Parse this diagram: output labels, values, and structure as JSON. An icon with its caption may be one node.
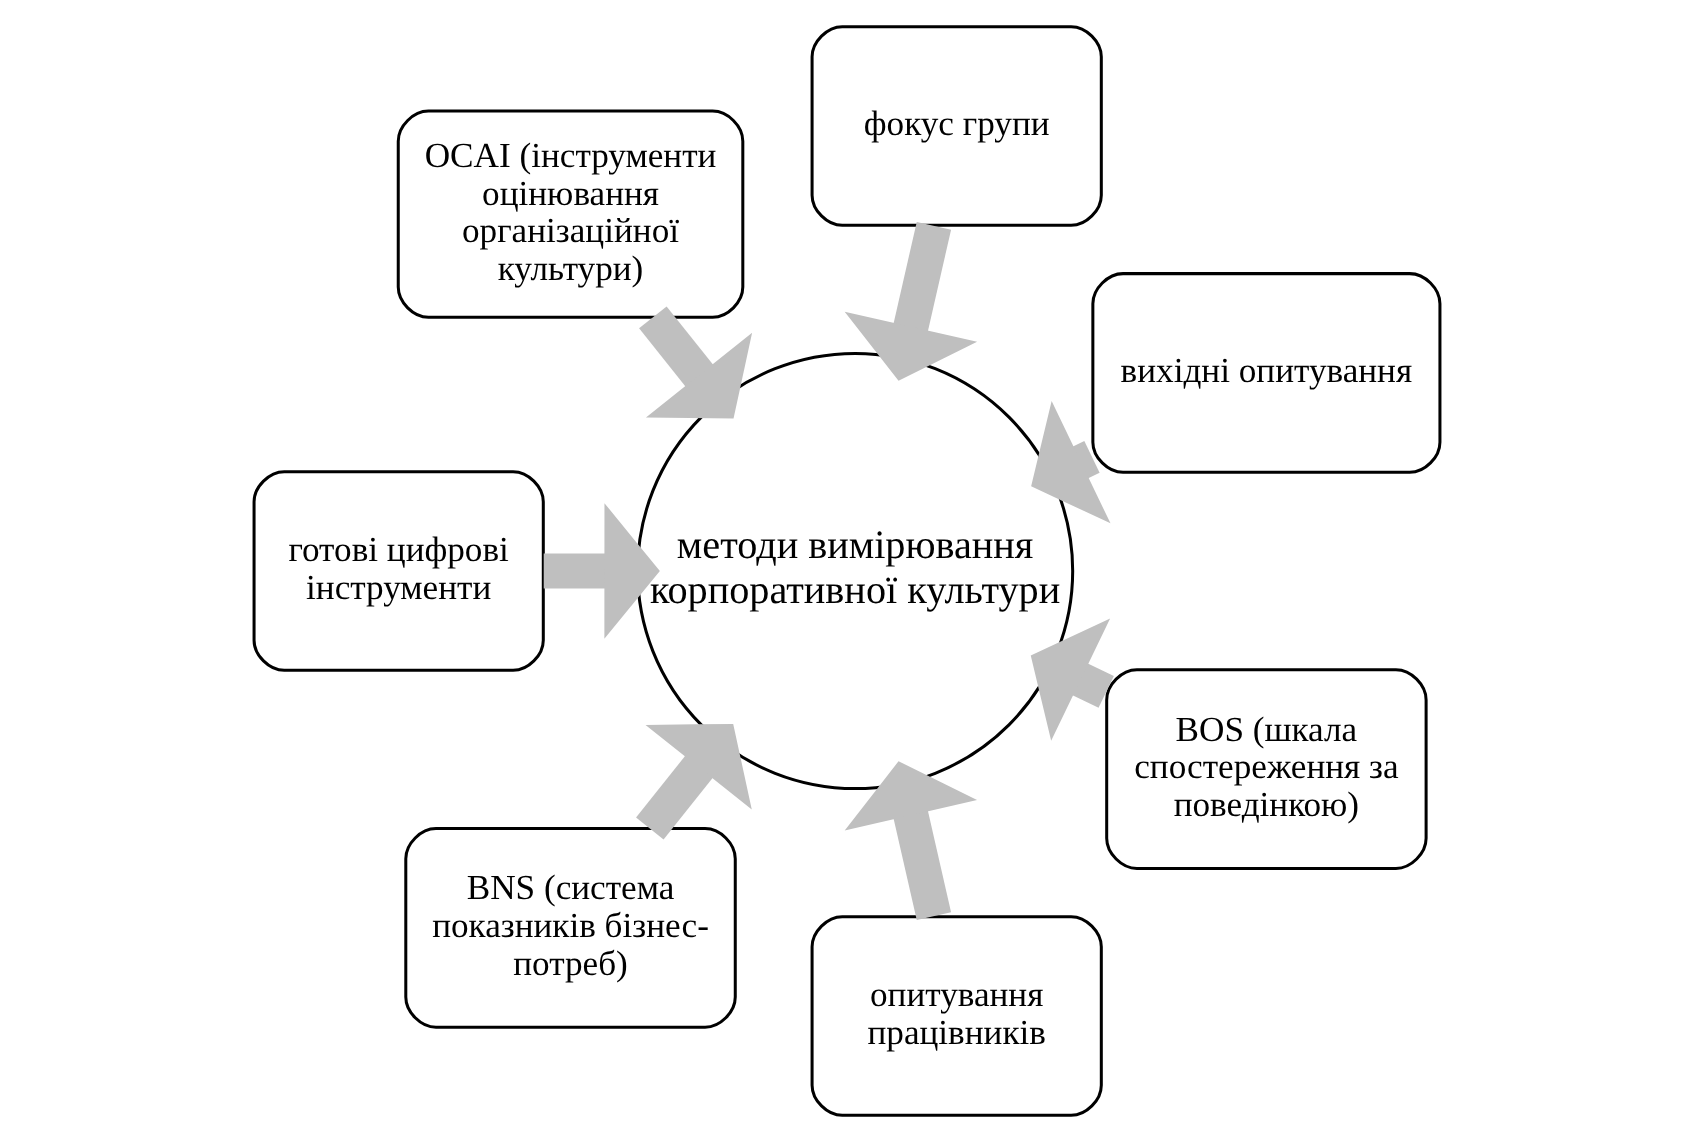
{
  "diagram": {
    "nodes": [
      {
        "text": [
          "вихідні опитування"
        ]
      },
      {
        "text": [
          "фокус групи"
        ]
      },
      {
        "text": [
          "OCAI (інструменти оцінювання організаційної культури)"
        ]
      },
      {
        "text": [
          "готові цифрові інструменти"
        ]
      },
      {
        "text": [
          "BNS (система показників бізнес-потреб)"
        ]
      },
      {
        "text": [
          "опитування працівників"
        ]
      },
      {
        "text": [
          "BOS (шкала спостереження за поведінкою)"
        ]
      },
      {
        "text": [
          "методи вимірювання корпоративної культури"
        ]
      }
    ],
    "edges": [
      {
        "from": 5,
        "to": 7,
        "arrow": "to"
      },
      {
        "from": 3,
        "to": 7,
        "arrow": "to"
      },
      {
        "from": 1,
        "to": 7,
        "arrow": "to"
      },
      {
        "from": 0,
        "to": 7,
        "arrow": "to"
      },
      {
        "from": 2,
        "to": 7,
        "arrow": "to"
      },
      {
        "from": 4,
        "to": 7,
        "arrow": "to"
      },
      {
        "from": 6,
        "to": 7,
        "arrow": "to"
      }
    ]
  }
}
